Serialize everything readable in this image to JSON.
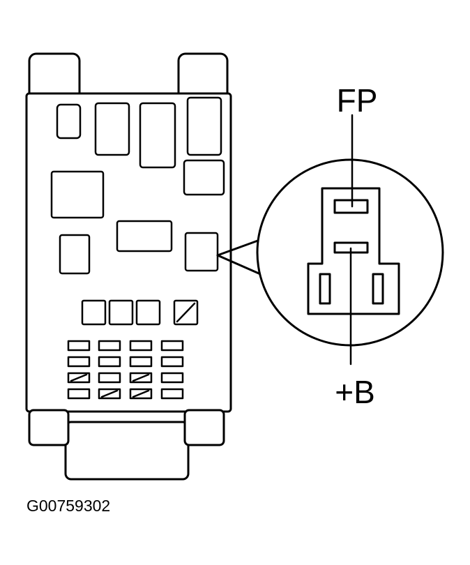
{
  "diagram": {
    "pins": {
      "top_label": "FP",
      "bottom_label": "+B"
    },
    "figure_code": "G00759302"
  },
  "colors": {
    "ink": "#000000",
    "paper": "#ffffff"
  }
}
